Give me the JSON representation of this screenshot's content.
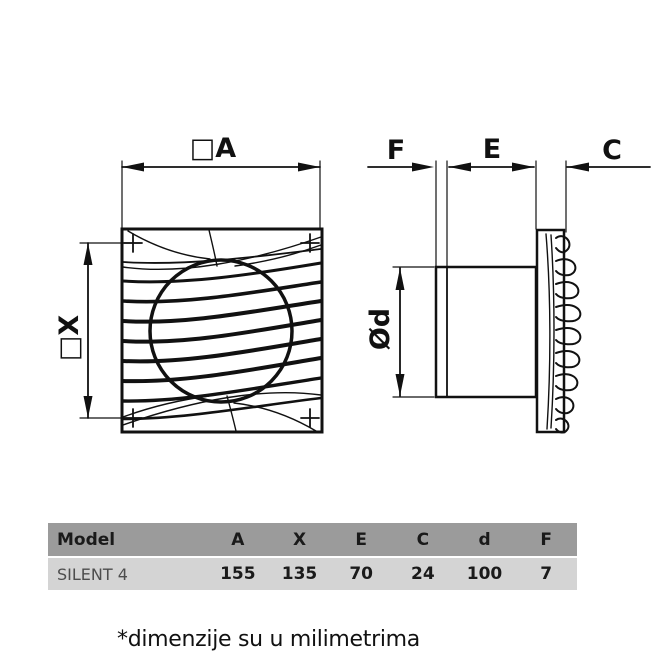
{
  "diagram": {
    "front_view": {
      "width_label": "□A",
      "height_label": "□X"
    },
    "side_view": {
      "flange_label": "F",
      "duct_length_label": "E",
      "cover_depth_label": "C",
      "diameter_label": "Ød"
    }
  },
  "table": {
    "headers": [
      "Model",
      "A",
      "X",
      "E",
      "C",
      "d",
      "F"
    ],
    "rows": [
      {
        "model": "SILENT 4",
        "values": [
          "155",
          "135",
          "70",
          "24",
          "100",
          "7"
        ]
      }
    ]
  },
  "footnote": "*dimenzije su u milimetrima",
  "colors": {
    "line": "#111111",
    "table_header_bg": "#9b9b9b",
    "table_row_bg": "#d4d4d4"
  }
}
